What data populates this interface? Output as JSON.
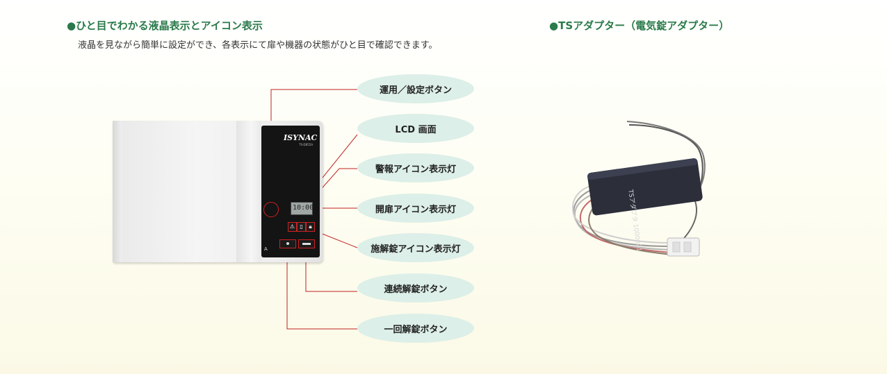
{
  "left_section": {
    "title": "●ひと目でわかる液晶表示とアイコン表示",
    "description": "液晶を見ながら簡単に設定ができ、各表示にて扉や機器の状態がひと目で確認できます。"
  },
  "right_section": {
    "title": "●TSアダプター（電気錠アダプター）"
  },
  "device": {
    "logo_text": "ISYNAC",
    "logo_sub": "TS-DB55A",
    "lcd_value": "10:00",
    "brand_mark": "A",
    "icons": [
      "alarm-icon",
      "door-open-icon",
      "lock-icon"
    ]
  },
  "callouts": [
    "運用／設定ボタン",
    "LCD 画面",
    "警報アイコン表示灯",
    "開扉アイコン表示灯",
    "施解錠アイコン表示灯",
    "連続解錠ボタン",
    "一回解錠ボタン"
  ],
  "adapter": {
    "label_text": "TSアダプタ 1000001"
  },
  "colors": {
    "title_green": "#2a7a4a",
    "callout_line": "#c02020",
    "bubble_fill": "#dcefe8"
  }
}
